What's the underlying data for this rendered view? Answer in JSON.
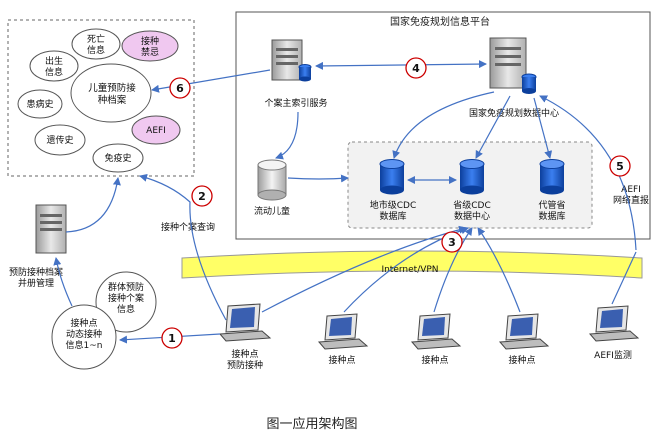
{
  "platform_title": "国家免疫规划信息平台",
  "record_title": "儿童预防接种档案",
  "record_items": {
    "death": "死亡信息",
    "vaccination_forbidden": "接种禁忌",
    "birth": "出生信息",
    "illness": "患病史",
    "genetic": "遗传史",
    "immunity": "免疫史",
    "aefi": "AEFI"
  },
  "nodes": {
    "master_index": "个案主索引服务",
    "national_center": "国家免疫规划数据中心",
    "floating_children": "流动儿童",
    "city_cdc": "地市级CDC数据库",
    "provincial_cdc": "省级CDC数据中心",
    "proxy_db": "代管省数据库",
    "archive_mgmt": "预防接种档案并册管理",
    "group_info": "群体预防接种个案信息",
    "site_dynamic": "接种点动态接种信息1~n",
    "site_main": "接种点预防接种",
    "site": "接种点",
    "aefi_monitor": "AEFI监测",
    "aefi_report": "AEFI网络直报",
    "case_query": "接种个案查询"
  },
  "network_label": "Internet/VPN",
  "step_numbers": [
    "1",
    "2",
    "3",
    "4",
    "5",
    "6"
  ],
  "caption": "图一应用架构图",
  "colors": {
    "arrow": "#4472c4",
    "step_circle": "#cc0000",
    "network_band": "#ffff66",
    "db_blue": "#1f5fcf",
    "highlight_ellipse": "#f0c8f0"
  }
}
